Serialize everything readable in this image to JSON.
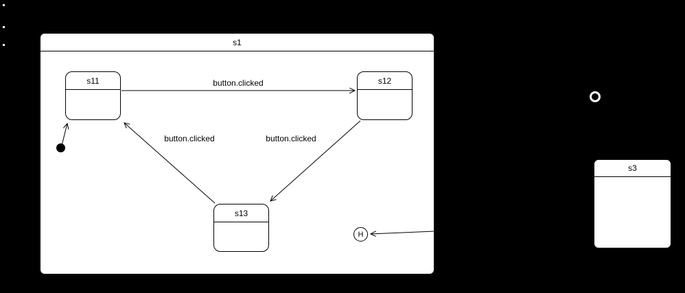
{
  "diagram": {
    "composite_state_label": "s1",
    "states": {
      "s11": "s11",
      "s12": "s12",
      "s13": "s13",
      "s3": "s3"
    },
    "pseudostates": {
      "history_label": "H"
    },
    "transitions": {
      "s11_to_s12": "button.clicked",
      "s13_to_s11": "button.clicked",
      "s12_to_s13": "button.clicked"
    },
    "colors": {
      "canvas_background": "#000000",
      "state_fill": "#ffffff",
      "state_stroke": "#000000",
      "edge_stroke": "#000000",
      "exit_ring": "#ffffff"
    }
  }
}
